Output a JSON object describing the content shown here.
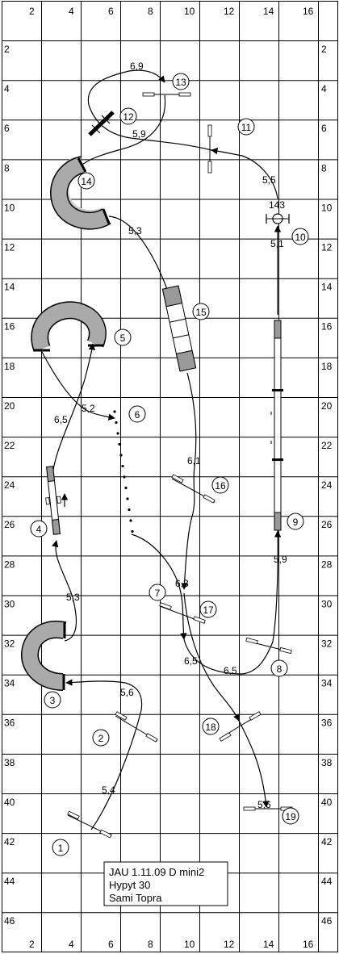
{
  "grid": {
    "top_labels": [
      "2",
      "4",
      "6",
      "8",
      "10",
      "12",
      "14",
      "16"
    ],
    "bottom_labels": [
      "2",
      "4",
      "6",
      "8",
      "10",
      "12",
      "14",
      "16"
    ],
    "left_labels": [
      "2",
      "4",
      "6",
      "8",
      "10",
      "12",
      "14",
      "16",
      "18",
      "20",
      "22",
      "24",
      "26",
      "28",
      "30",
      "32",
      "34",
      "36",
      "38",
      "40",
      "42",
      "44",
      "46"
    ],
    "right_labels": [
      "2",
      "4",
      "6",
      "8",
      "10",
      "12",
      "14",
      "16",
      "18",
      "20",
      "22",
      "24",
      "26",
      "28",
      "30",
      "32",
      "34",
      "36",
      "38",
      "40",
      "42",
      "44",
      "46"
    ]
  },
  "obstacles": {
    "n1": "1",
    "n2": "2",
    "n3": "3",
    "n4": "4",
    "n5": "5",
    "n6": "6",
    "n7": "7",
    "n8": "8",
    "n9": "9",
    "n10": "10",
    "n11": "11",
    "n12": "12",
    "n13": "13",
    "n14": "14",
    "n15": "15",
    "n16": "16",
    "n17": "17",
    "n18": "18",
    "n19": "19",
    "n10_above": "143"
  },
  "distances": {
    "d1_2": "5,4",
    "d2_3": "5,6",
    "d3_4": "5,3",
    "d4_5": "6,5",
    "d5_6": "5,2",
    "d6_7": "6,3",
    "d7_8": "6,5",
    "d8_9": "5,9",
    "d9_10": "5,1",
    "d10_11": "5,5",
    "d11_12": "5,9",
    "d12_13": "6,9",
    "d14_15": "5,3",
    "d15_16": "6,1",
    "d17_18": "6,5",
    "d18_19": "5,6"
  },
  "info": {
    "line1": "JAU 1.11.09 D mini2",
    "line2": "Hypyt 30",
    "line3": "Sami Topra"
  }
}
